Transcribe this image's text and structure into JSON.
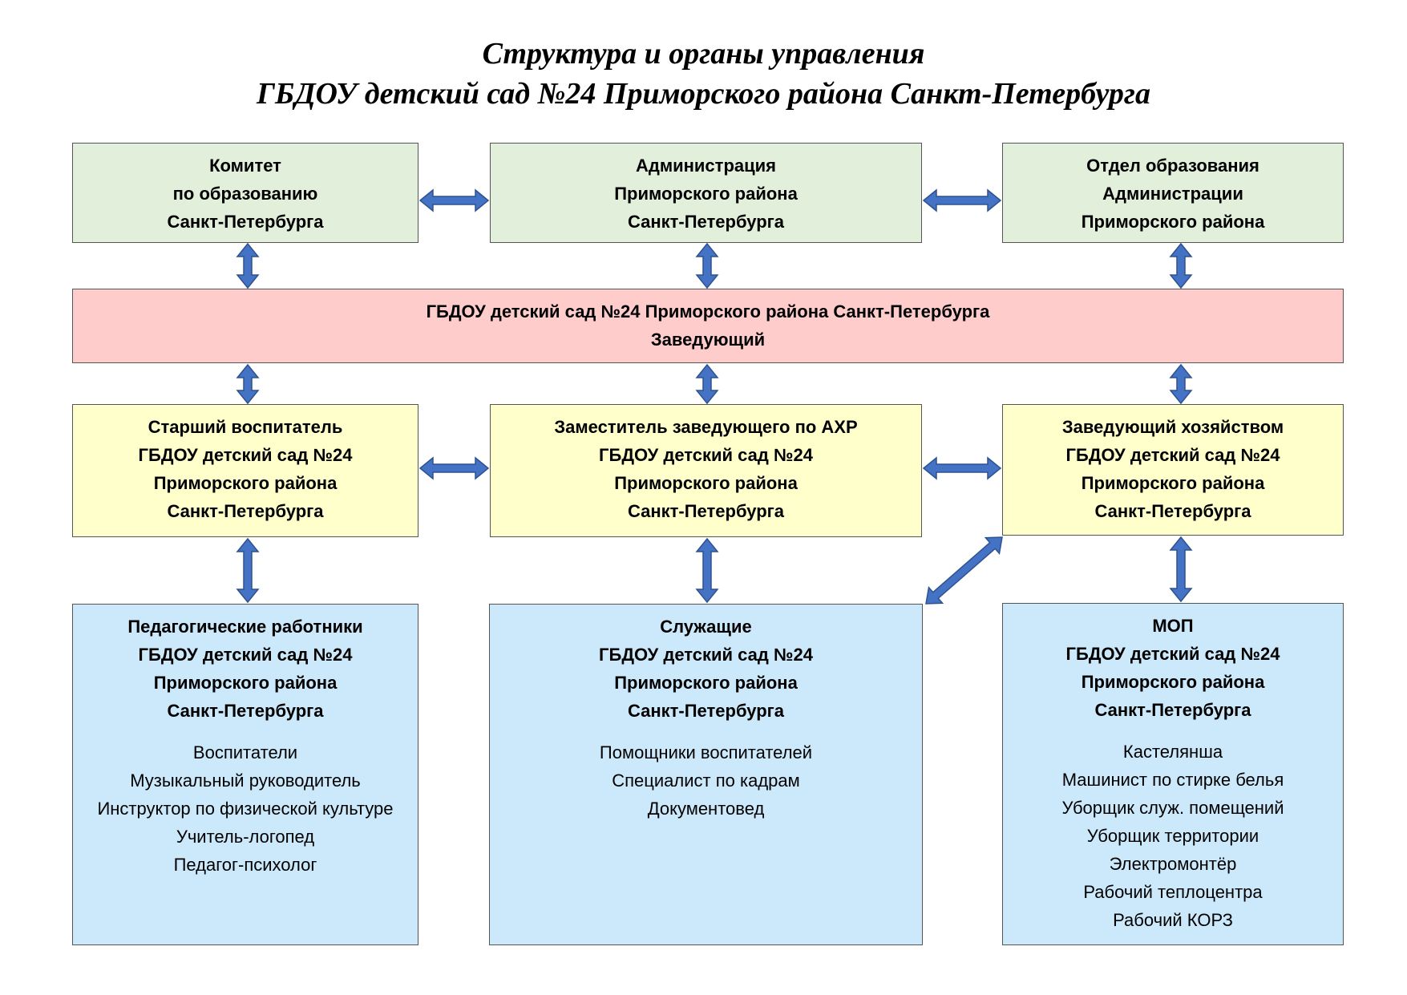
{
  "title": {
    "line1": "Структура и органы управления",
    "line2": "ГБДОУ детский сад №24 Приморского района Санкт-Петербурга"
  },
  "colors": {
    "top_row": "#e2efda",
    "head": "#ffcccc",
    "management": "#ffffcc",
    "staff": "#cce9fb",
    "arrow_fill": "#4472c4",
    "arrow_stroke": "#2f528f"
  },
  "nodes": {
    "committee": [
      "Комитет",
      "по образованию",
      "Санкт-Петербурга"
    ],
    "administration": [
      "Администрация",
      "Приморского района",
      "Санкт-Петербурга"
    ],
    "education_dept": [
      "Отдел образования",
      "Администрации",
      "Приморского района"
    ],
    "head": [
      "ГБДОУ детский сад №24 Приморского района Санкт-Петербурга",
      "Заведующий"
    ],
    "senior_teacher": [
      "Старший воспитатель",
      "ГБДОУ детский сад №24",
      "Приморского района",
      "Санкт-Петербурга"
    ],
    "deputy_ahr": [
      "Заместитель заведующего по АХР",
      "ГБДОУ детский сад №24",
      "Приморского района",
      "Санкт-Петербурга"
    ],
    "housekeeper": [
      "Заведующий хозяйством",
      "ГБДОУ детский сад №24",
      "Приморского района",
      "Санкт-Петербурга"
    ],
    "teachers": {
      "header": [
        "Педагогические работники",
        "ГБДОУ детский сад №24",
        "Приморского района",
        "Санкт-Петербурга"
      ],
      "items": [
        "Воспитатели",
        "Музыкальный руководитель",
        "Инструктор по физической культуре",
        "Учитель-логопед",
        "Педагог-психолог"
      ]
    },
    "employees": {
      "header": [
        "Служащие",
        "ГБДОУ детский сад №24",
        "Приморского района",
        "Санкт-Петербурга"
      ],
      "items": [
        "Помощники воспитателей",
        "Специалист по кадрам",
        "Документовед"
      ]
    },
    "mop": {
      "header": [
        "МОП",
        "ГБДОУ детский сад №24",
        "Приморского района",
        "Санкт-Петербурга"
      ],
      "items": [
        "Кастелянша",
        "Машинист по стирке белья",
        "Уборщик служ. помещений",
        "Уборщик территории",
        "Электромонтёр",
        "Рабочий теплоцентра",
        "Рабочий КОРЗ"
      ]
    }
  },
  "edges": [
    {
      "from": "committee",
      "to": "administration",
      "type": "bidirectional"
    },
    {
      "from": "administration",
      "to": "education_dept",
      "type": "bidirectional"
    },
    {
      "from": "committee",
      "to": "head",
      "type": "bidirectional"
    },
    {
      "from": "administration",
      "to": "head",
      "type": "bidirectional"
    },
    {
      "from": "education_dept",
      "to": "head",
      "type": "bidirectional"
    },
    {
      "from": "head",
      "to": "senior_teacher",
      "type": "bidirectional"
    },
    {
      "from": "head",
      "to": "deputy_ahr",
      "type": "bidirectional"
    },
    {
      "from": "head",
      "to": "housekeeper",
      "type": "bidirectional"
    },
    {
      "from": "senior_teacher",
      "to": "deputy_ahr",
      "type": "bidirectional"
    },
    {
      "from": "deputy_ahr",
      "to": "housekeeper",
      "type": "bidirectional"
    },
    {
      "from": "senior_teacher",
      "to": "teachers",
      "type": "bidirectional"
    },
    {
      "from": "deputy_ahr",
      "to": "employees",
      "type": "bidirectional"
    },
    {
      "from": "housekeeper",
      "to": "employees",
      "type": "bidirectional"
    },
    {
      "from": "housekeeper",
      "to": "mop",
      "type": "bidirectional"
    }
  ]
}
